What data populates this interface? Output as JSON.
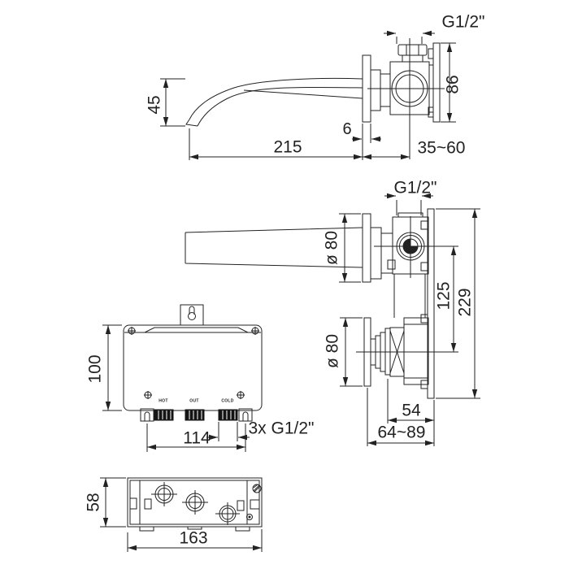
{
  "drawing_type": "faucet installation dimensional drawing",
  "colors": {
    "line": "#222222",
    "background": "#ffffff",
    "connector_fill": "#141414"
  },
  "spout_side_view": {
    "thread_label": "G1/2\"",
    "body_height": "86",
    "spout_drop": "45",
    "plate_thickness": "6",
    "spout_length": "215",
    "wall_depth_range": "35~60"
  },
  "mixer_side_view": {
    "thread_label": "G1/2\"",
    "plate_diameter_top": "ø 80",
    "port_offset": "125",
    "bracket_height": "229",
    "plate_diameter_bottom": "ø 80",
    "body_depth": "54",
    "wall_depth_range": "64~89"
  },
  "box_front_view": {
    "box_height": "100",
    "hole_spacing": "114",
    "connections_label": "3x G1/2\"",
    "port_labels": {
      "hot": "HOT",
      "out": "OUT",
      "cold": "COLD"
    }
  },
  "box_top_view": {
    "box_depth": "58",
    "box_width": "163"
  }
}
